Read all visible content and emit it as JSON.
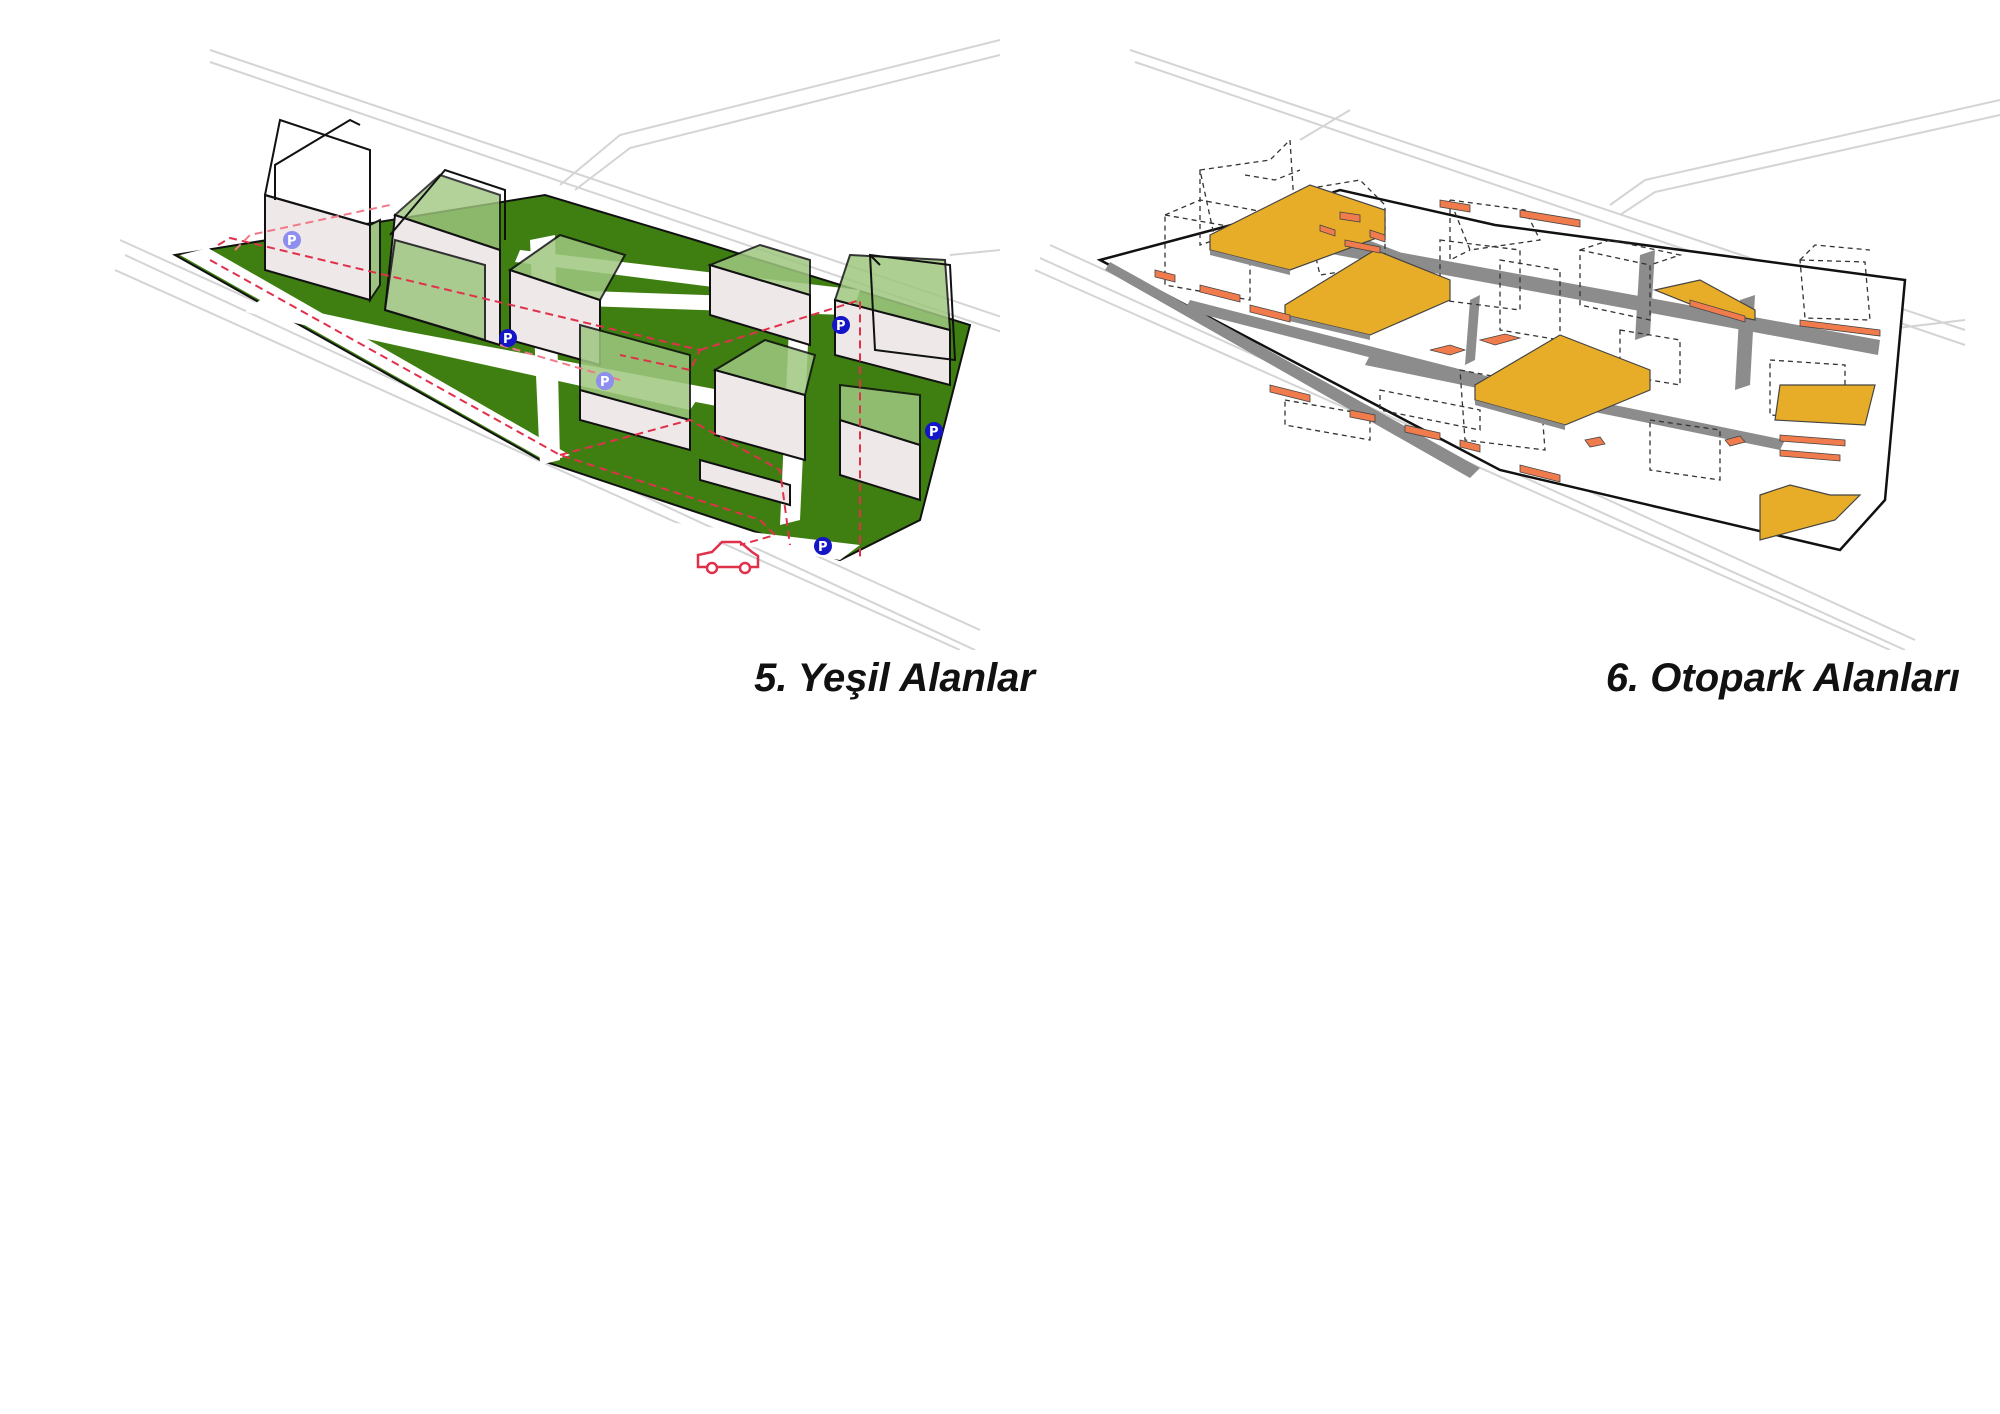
{
  "panels": [
    {
      "caption": "5. Yeşil Alanlar",
      "parking_symbol": "P",
      "colors": {
        "green": "#3f7f12",
        "light_green": "#9fc780",
        "route": "#e0314b",
        "parking_badge": "#1515c8",
        "parking_badge_light": "#8e8ef0"
      },
      "icons": [
        "car-icon",
        "parking-icon"
      ]
    },
    {
      "caption": "6. Otopark Alanları",
      "colors": {
        "parking_area": "#e8ad28",
        "parking_stall": "#f07b4c",
        "shadow": "#8c8c8c"
      }
    }
  ]
}
